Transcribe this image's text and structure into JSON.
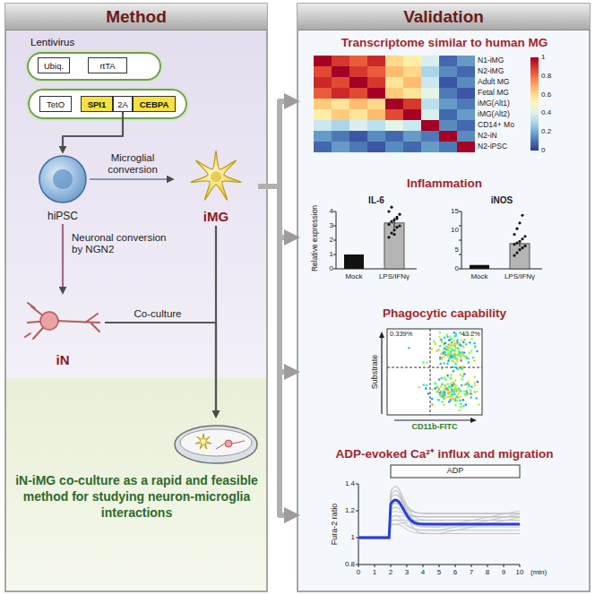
{
  "diagram": {
    "nodes": [
      {
        "text": [
          "Method"
        ]
      },
      {
        "text": [
          "Validation"
        ]
      },
      {
        "text": [
          "Lentivirus"
        ],
        "in": 0
      },
      {
        "text": [
          "Ubiq."
        ],
        "in": 2
      },
      {
        "text": [
          "rtTA"
        ],
        "in": 2
      },
      {
        "text": [
          "TetO"
        ],
        "in": 0
      },
      {
        "text": [
          "SPI1"
        ],
        "in": 0
      },
      {
        "text": [
          "2A"
        ],
        "in": 0
      },
      {
        "text": [
          "CEBPA"
        ],
        "in": 0
      },
      {
        "text": [
          "hiPSC"
        ],
        "in": 0
      },
      {
        "text": [
          "iMG"
        ],
        "in": 0
      },
      {
        "text": [
          "iN"
        ],
        "in": 0
      },
      {
        "text": [
          "iN-iMG co-culture as a rapid and feasible method for studying neuron-microglia interactions"
        ],
        "in": 0
      },
      {
        "text": [
          "Transcriptome similar to human MG"
        ],
        "in": 1
      },
      {
        "text": [
          "Inflammation"
        ],
        "in": 1
      },
      {
        "text": [
          "Phagocytic capability"
        ],
        "in": 1
      },
      {
        "text": [
          "ADP-evoked Ca²⁺ influx and migration"
        ],
        "in": 1
      }
    ],
    "edges": [
      {
        "from": 7,
        "to": 9,
        "arrow": "to"
      },
      {
        "from": 9,
        "to": 10,
        "label": "Microglial conversion",
        "arrow": "to"
      },
      {
        "from": 9,
        "to": 11,
        "label": "Neuronal conversion by NGN2",
        "arrow": "to"
      },
      {
        "from": 11,
        "to": 12,
        "label": "Co-culture",
        "arrow": "to"
      },
      {
        "from": 10,
        "to": 12,
        "arrow": "to"
      },
      {
        "from": 10,
        "to": 13,
        "arrow": "to"
      },
      {
        "from": 10,
        "to": 14,
        "arrow": "to"
      },
      {
        "from": 10,
        "to": 15,
        "arrow": "to"
      },
      {
        "from": 10,
        "to": 16,
        "arrow": "to"
      }
    ],
    "labels": [
      "N1-iMG",
      "N2-iMG",
      "Adult MG",
      "Fetal MG",
      "iMG(Alt1)",
      "iMG(Alt2)",
      "CD14+ Mo",
      "N2-iN",
      "N2-iPSC",
      "1",
      "0.8",
      "0.6",
      "0.4",
      "0.2",
      "0",
      "Relative expression",
      "IL-6",
      "iNOS",
      "0",
      "1",
      "2",
      "3",
      "4",
      "0",
      "5",
      "10",
      "15",
      "Mock",
      "LPS/IFNγ",
      "Mock",
      "LPS/IFNγ",
      "Substrate",
      "CD11b-FITC",
      "0.339%",
      "43.2%",
      "ADP",
      "Fura-2 ratio",
      "0.8",
      "1",
      "1.2",
      "1.4",
      "0",
      "1",
      "2",
      "3",
      "4",
      "5",
      "6",
      "7",
      "8",
      "9",
      "10",
      "(min)"
    ]
  }
}
